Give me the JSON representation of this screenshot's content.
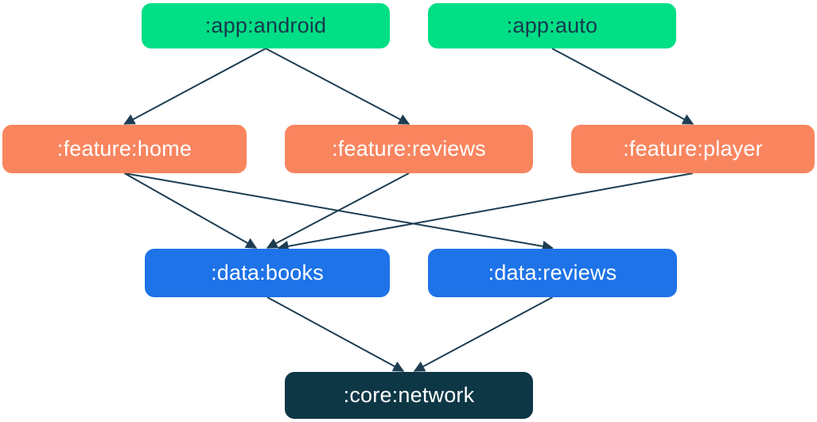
{
  "diagram": {
    "type": "dependency-graph",
    "nodes": [
      {
        "id": "app-android",
        "label": ":app:android",
        "group": "app"
      },
      {
        "id": "app-auto",
        "label": ":app:auto",
        "group": "app"
      },
      {
        "id": "feature-home",
        "label": ":feature:home",
        "group": "feature"
      },
      {
        "id": "feature-reviews",
        "label": ":feature:reviews",
        "group": "feature"
      },
      {
        "id": "feature-player",
        "label": ":feature:player",
        "group": "feature"
      },
      {
        "id": "data-books",
        "label": ":data:books",
        "group": "data"
      },
      {
        "id": "data-reviews",
        "label": ":data:reviews",
        "group": "data"
      },
      {
        "id": "core-network",
        "label": ":core:network",
        "group": "core"
      }
    ],
    "edges": [
      {
        "from": "app-android",
        "to": "feature-home"
      },
      {
        "from": "app-android",
        "to": "feature-reviews"
      },
      {
        "from": "app-auto",
        "to": "feature-player"
      },
      {
        "from": "feature-home",
        "to": "data-books"
      },
      {
        "from": "feature-home",
        "to": "data-reviews"
      },
      {
        "from": "feature-reviews",
        "to": "data-books"
      },
      {
        "from": "feature-player",
        "to": "data-books"
      },
      {
        "from": "data-books",
        "to": "core-network"
      },
      {
        "from": "data-reviews",
        "to": "core-network"
      }
    ],
    "groups": {
      "app": {
        "fill": "#00df85",
        "text": "#17394e"
      },
      "feature": {
        "fill": "#f9855f",
        "text": "#ffffff"
      },
      "data": {
        "fill": "#1e73e8",
        "text": "#ffffff"
      },
      "core": {
        "fill": "#0e3746",
        "text": "#ffffff"
      }
    },
    "edge_color": "#1d3d52"
  }
}
